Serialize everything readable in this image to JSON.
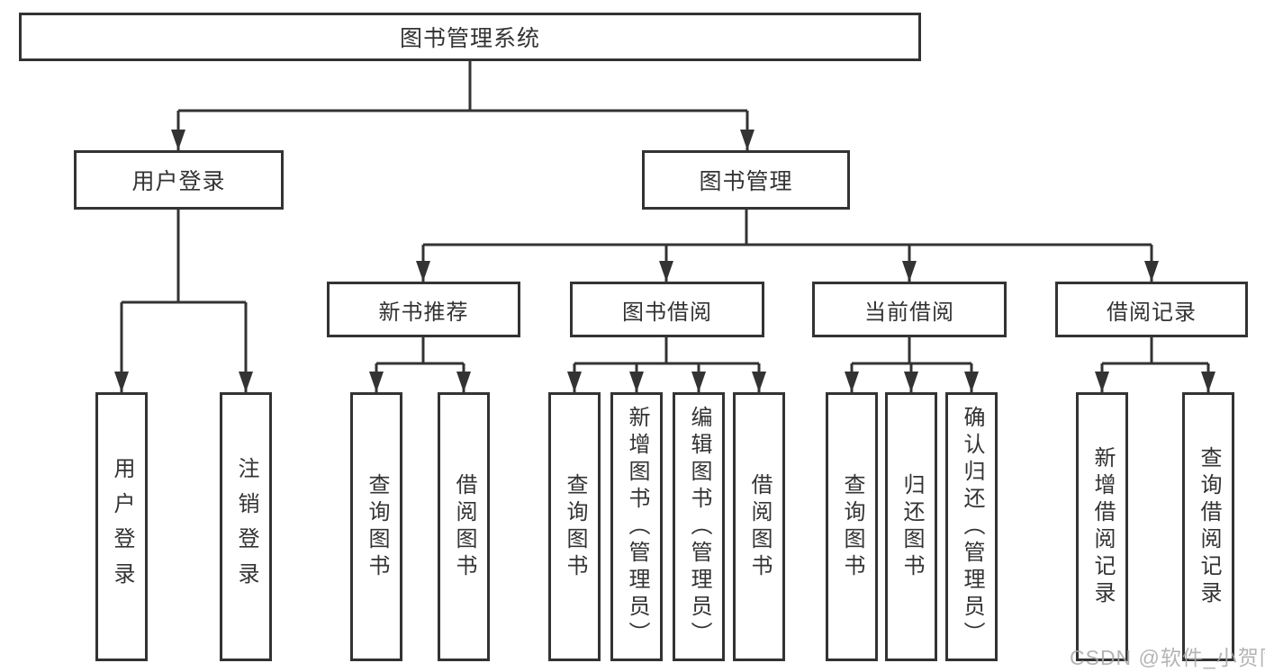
{
  "colors": {
    "line": "#333333",
    "text": "#333333",
    "background": "#ffffff",
    "watermark": "#a8a8a8"
  },
  "watermark": "CSDN @软件_小贺同学",
  "tree": {
    "root": {
      "label": "图书管理系统"
    },
    "branches": [
      {
        "label": "用户登录",
        "children": [
          {
            "label": "用户登录"
          },
          {
            "label": "注销登录"
          }
        ]
      },
      {
        "label": "图书管理",
        "children": [
          {
            "label": "新书推荐",
            "children": [
              {
                "label": "查询图书"
              },
              {
                "label": "借阅图书"
              }
            ]
          },
          {
            "label": "图书借阅",
            "children": [
              {
                "label": "查询图书"
              },
              {
                "label": "新增图书（管理员）"
              },
              {
                "label": "编辑图书（管理员）"
              },
              {
                "label": "借阅图书"
              }
            ]
          },
          {
            "label": "当前借阅",
            "children": [
              {
                "label": "查询图书"
              },
              {
                "label": "归还图书"
              },
              {
                "label": "确认归还（管理员）"
              }
            ]
          },
          {
            "label": "借阅记录",
            "children": [
              {
                "label": "新增借阅记录"
              },
              {
                "label": "查询借阅记录"
              }
            ]
          }
        ]
      }
    ]
  }
}
